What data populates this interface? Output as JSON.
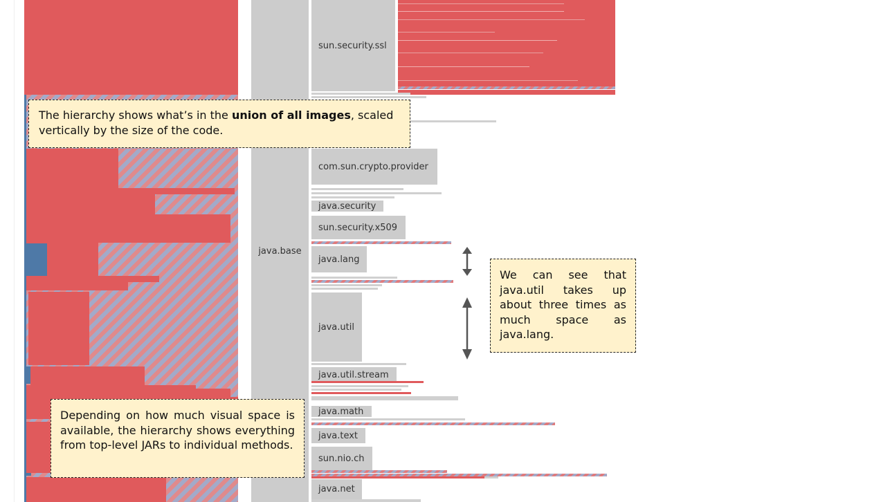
{
  "chart_data": {
    "type": "treemap",
    "modules": [
      {
        "name": "java.base",
        "packages": [
          "sun.security.ssl",
          "com.sun.crypto.provider",
          "java.security",
          "sun.security.x509",
          "java.lang",
          "java.util",
          "java.util.stream",
          "java.math",
          "java.text",
          "sun.nio.ch",
          "java.net"
        ]
      }
    ],
    "legend_colors": {
      "code": "#e05a5c",
      "other": "#4e79a7",
      "structure": "#cccccc"
    }
  },
  "module_label": "java.base",
  "packages": {
    "ssl": "sun.security.ssl",
    "crypto": "com.sun.crypto.provider",
    "security": "java.security",
    "x509": "sun.security.x509",
    "lang": "java.lang",
    "util": "java.util",
    "stream": "java.util.stream",
    "math": "java.math",
    "text": "java.text",
    "nio": "sun.nio.ch",
    "net": "java.net"
  },
  "callouts": {
    "top_pre": "The hierarchy shows what’s in the ",
    "top_bold": "union of all images",
    "top_post": ", scaled vertically by the size of the code.",
    "right": "We can see that java.util takes up about three times as much space as java.lang.",
    "bottom": "Depending on how much visual space is available, the hierarchy shows everything from top-level JARs to individual methods."
  }
}
